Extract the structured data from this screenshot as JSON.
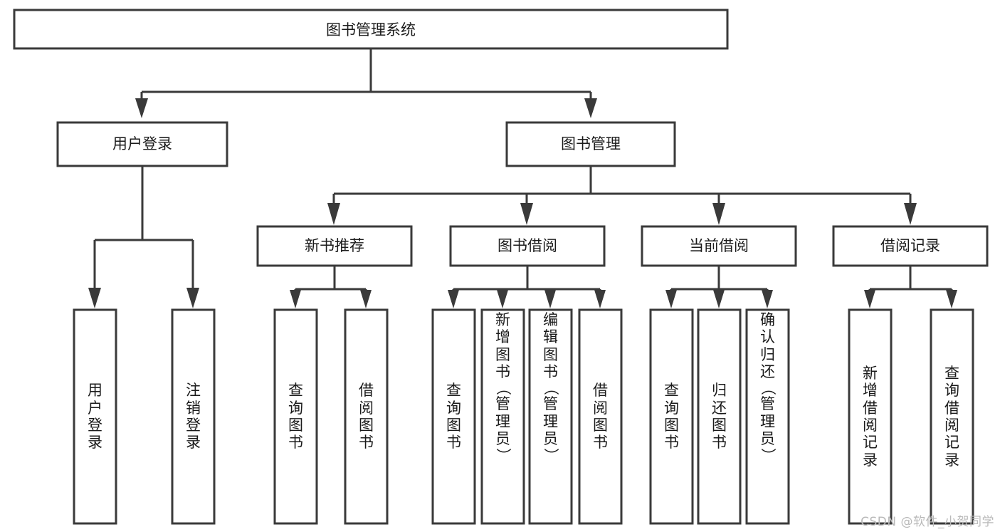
{
  "diagram": {
    "title": "图书管理系统",
    "type": "hierarchy-tree",
    "watermark": "CSDN @软件_小贺同学",
    "colors": {
      "box_stroke": "#3a3a3a",
      "box_fill": "#ffffff",
      "text": "#1a1a1a",
      "watermark": "#b9b9b9",
      "background": "#ffffff"
    },
    "levels": {
      "level1": [
        {
          "id": "root",
          "label": "图书管理系统",
          "orientation": "horizontal"
        }
      ],
      "level2": [
        {
          "id": "user-login",
          "label": "用户登录",
          "orientation": "horizontal",
          "parent": "root"
        },
        {
          "id": "book-manage",
          "label": "图书管理",
          "orientation": "horizontal",
          "parent": "root"
        }
      ],
      "level3": [
        {
          "id": "new-book-rec",
          "label": "新书推荐",
          "orientation": "horizontal",
          "parent": "book-manage"
        },
        {
          "id": "book-borrow",
          "label": "图书借阅",
          "orientation": "horizontal",
          "parent": "book-manage"
        },
        {
          "id": "current-borrow",
          "label": "当前借阅",
          "orientation": "horizontal",
          "parent": "book-manage"
        },
        {
          "id": "borrow-record",
          "label": "借阅记录",
          "orientation": "horizontal",
          "parent": "book-manage"
        }
      ],
      "level4": [
        {
          "id": "leaf-user-login",
          "label": "用户登录",
          "orientation": "vertical",
          "parent": "user-login"
        },
        {
          "id": "leaf-logout",
          "label": "注销登录",
          "orientation": "vertical",
          "parent": "user-login"
        },
        {
          "id": "leaf-query-book-1",
          "label": "查询图书",
          "orientation": "vertical",
          "parent": "new-book-rec"
        },
        {
          "id": "leaf-borrow-book-1",
          "label": "借阅图书",
          "orientation": "vertical",
          "parent": "new-book-rec"
        },
        {
          "id": "leaf-query-book-2",
          "label": "查询图书",
          "orientation": "vertical",
          "parent": "book-borrow"
        },
        {
          "id": "leaf-add-book",
          "label": "新增图书（管理员）",
          "orientation": "vertical",
          "parent": "book-borrow"
        },
        {
          "id": "leaf-edit-book",
          "label": "编辑图书（管理员）",
          "orientation": "vertical",
          "parent": "book-borrow"
        },
        {
          "id": "leaf-borrow-book-2",
          "label": "借阅图书",
          "orientation": "vertical",
          "parent": "book-borrow"
        },
        {
          "id": "leaf-query-book-3",
          "label": "查询图书",
          "orientation": "vertical",
          "parent": "current-borrow"
        },
        {
          "id": "leaf-return-book",
          "label": "归还图书",
          "orientation": "vertical",
          "parent": "current-borrow"
        },
        {
          "id": "leaf-confirm-return",
          "label": "确认归还（管理员）",
          "orientation": "vertical",
          "parent": "current-borrow"
        },
        {
          "id": "leaf-add-record",
          "label": "新增借阅记录",
          "orientation": "vertical",
          "parent": "borrow-record"
        },
        {
          "id": "leaf-query-record",
          "label": "查询借阅记录",
          "orientation": "vertical",
          "parent": "borrow-record"
        }
      ]
    }
  }
}
